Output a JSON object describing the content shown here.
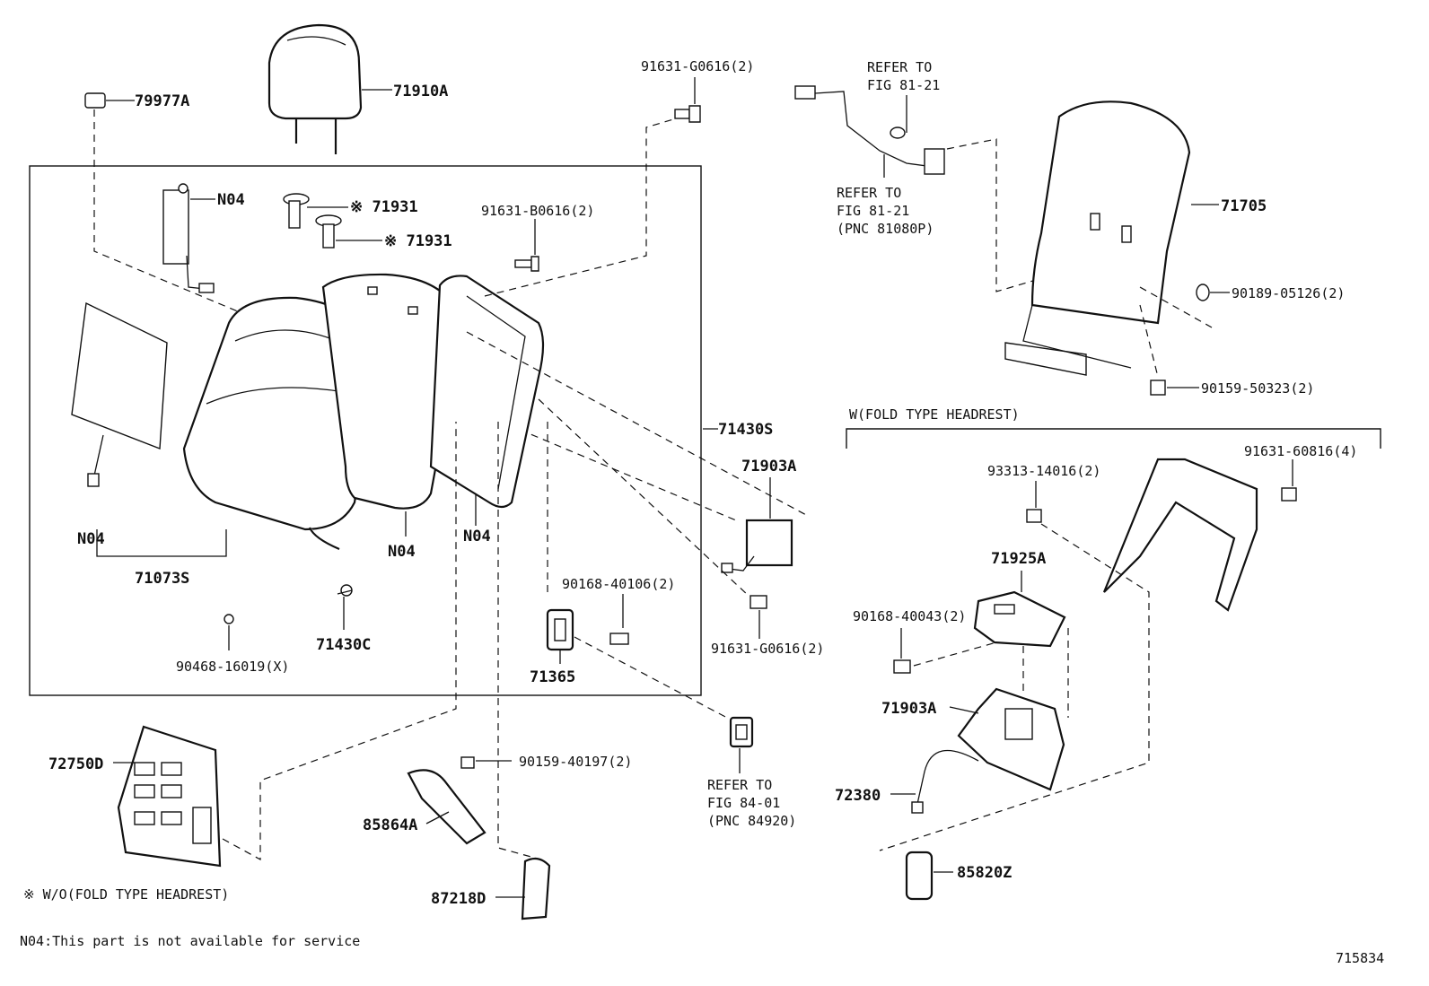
{
  "labels": {
    "p79977A": "79977A",
    "p71910A": "71910A",
    "pN04_a": "N04",
    "p71931_a": "※ 71931",
    "p71931_b": "※ 71931",
    "p91631B0616": "91631-B0616(2)",
    "p91631G0616_top": "91631-G0616(2)",
    "p91631G0616_mid": "91631-G0616(2)",
    "refer8121_a1": "REFER TO",
    "refer8121_a2": "FIG 81-21",
    "refer8121_b1": "REFER TO",
    "refer8121_b2": "FIG 81-21",
    "refer8121_b3": "(PNC 81080P)",
    "p71705": "71705",
    "p9018905126": "90189-05126(2)",
    "p9015950323": "90159-50323(2)",
    "p71430S": "71430S",
    "p71903A_a": "71903A",
    "pN04_b": "N04",
    "pN04_c": "N04",
    "pN04_d": "N04",
    "p71073S": "71073S",
    "p71430C": "71430C",
    "p9046816019": "90468-16019(X)",
    "p9016840106": "90168-40106(2)",
    "p71365": "71365",
    "foldType": "W(FOLD TYPE HEADREST)",
    "p9333114016": "93313-14016(2)",
    "p9163160816": "91631-60816(4)",
    "p71925A": "71925A",
    "p9016840043": "90168-40043(2)",
    "p71903A_b": "71903A",
    "p72380": "72380",
    "p72750D": "72750D",
    "p9015940197": "90159-40197(2)",
    "p85864A": "85864A",
    "p87218D": "87218D",
    "refer8401_1": "REFER TO",
    "refer8401_2": "FIG 84-01",
    "refer8401_3": "(PNC 84920)",
    "p85820Z": "85820Z",
    "woFold": "※  W/O(FOLD TYPE HEADREST)",
    "n04note": "N04:This part is not available for service",
    "figNo": "715834"
  }
}
